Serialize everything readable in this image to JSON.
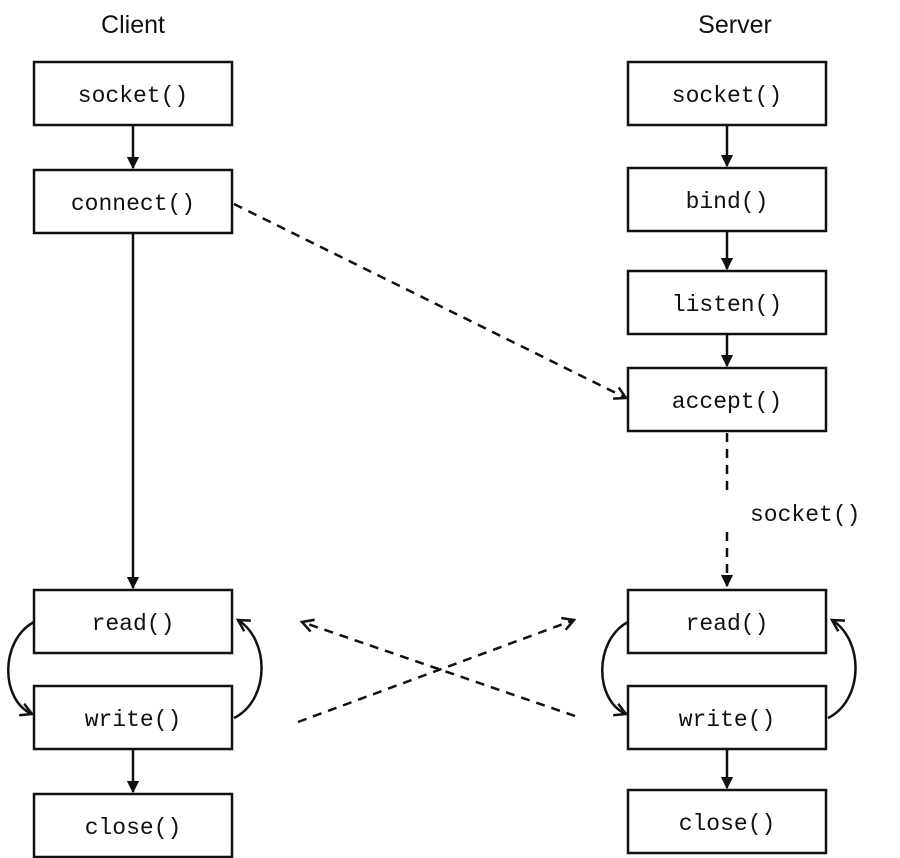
{
  "headers": {
    "client": "Client",
    "server": "Server"
  },
  "client": {
    "socket": "socket()",
    "connect": "connect()",
    "read": "read()",
    "write": "write()",
    "close": "close()"
  },
  "server": {
    "socket": "socket()",
    "bind": "bind()",
    "listen": "listen()",
    "accept": "accept()",
    "accept_result": "socket()",
    "read": "read()",
    "write": "write()",
    "close": "close()"
  }
}
